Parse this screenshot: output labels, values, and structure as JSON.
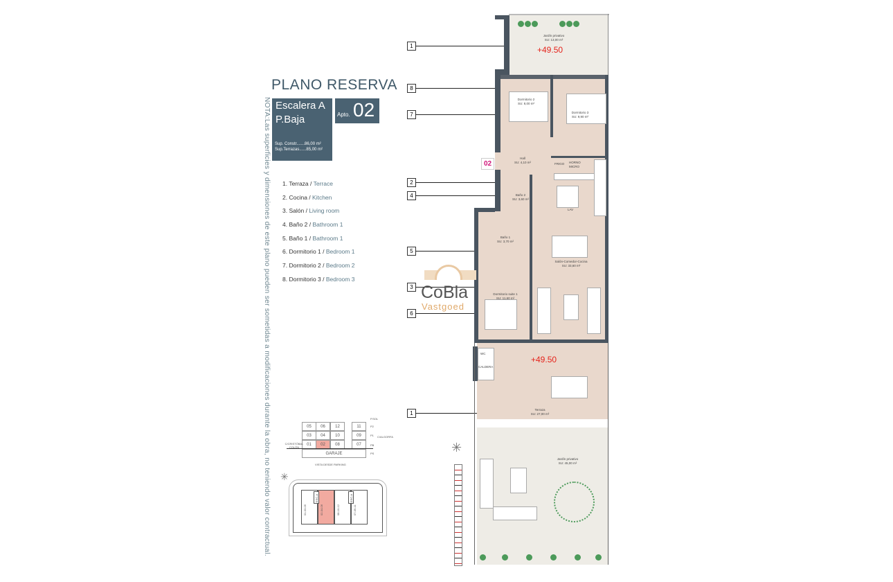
{
  "header": {
    "title": "PLANO RESERVA",
    "stair": "Escalera A",
    "floor": "P.Baja",
    "apto_label": "Apto.",
    "apto_number": "02",
    "sup_constr": "Sup. Constr.......86,00 m²",
    "sup_terrazas": "Sup.Terrazas......85,00 m²"
  },
  "note": "NOTA:Las superficies y dimensiones de este plano pueden ser sometidas a modificaciones durante la obra, no teniendo valor contractual.",
  "legend": [
    {
      "num": "1.",
      "es": "Terraza",
      "en": "Terrace"
    },
    {
      "num": "2.",
      "es": "Cocina",
      "en": "Kitchen"
    },
    {
      "num": "3.",
      "es": "Salón",
      "en": "Living room"
    },
    {
      "num": "4.",
      "es": "Baño 2",
      "en": "Bathroom 1"
    },
    {
      "num": "5.",
      "es": "Baño 1",
      "en": "Bathroom 1"
    },
    {
      "num": "6.",
      "es": "Dormitorio 1",
      "en": "Bedroom 1"
    },
    {
      "num": "7.",
      "es": "Dormitorio 2",
      "en": "Bedroom 2"
    },
    {
      "num": "8.",
      "es": "Dormitorio 3",
      "en": "Bedroom 3"
    }
  ],
  "callouts": [
    "1",
    "8",
    "7",
    "2",
    "4",
    "5",
    "3",
    "6",
    "1"
  ],
  "rooms": {
    "jardin_top": {
      "name": "Jardín privativo",
      "area": "SU: 13,00 m²",
      "level": "+49.50"
    },
    "dorm2": {
      "name": "Dormitorio 2",
      "area": "SU: 8,00 m²"
    },
    "dorm3": {
      "name": "Dormitorio 3",
      "area": "SU: 9,90 m²"
    },
    "hall": {
      "name": "Hall",
      "area": "SU: 4,10 m²"
    },
    "bano2": {
      "name": "Baño 2",
      "area": "SU: 3,60 m²"
    },
    "bano1": {
      "name": "Baño 1",
      "area": "SU: 3,70 m²"
    },
    "salon": {
      "name": "Salón-Comedor-Cocina",
      "area": "SU: 33,60 m²"
    },
    "dorm1": {
      "name": "Dormitorio suite 1",
      "area": "SU: 11,60 m²"
    },
    "terraza": {
      "name": "Terraza",
      "area": "SU: 27,00 m²",
      "level": "+49.50"
    },
    "jardin_bottom": {
      "name": "Jardín privativo",
      "area": "SU: 45,00 m²"
    },
    "fridge": "FRIGO",
    "oven": "HORNO MICRO",
    "wm": "LAV",
    "wc": "WC",
    "boiler": "CALDERA"
  },
  "entry_label": "02",
  "logo": {
    "brand": "CoBla",
    "sub": "Vastgoed"
  },
  "building": {
    "rows": [
      [
        "05",
        "06",
        "12",
        "11"
      ],
      [
        "03",
        "04",
        "10",
        "09"
      ],
      [
        "01",
        "02",
        "08",
        "07"
      ]
    ],
    "levels": [
      "P.SOL",
      "P2",
      "P1",
      "PB",
      "PS"
    ],
    "garage": "GARAJE",
    "street_left": "C/CRISTÓBAL COLÓN",
    "street_right": "C/ALGORFA",
    "caption": "VISTA DESDE PARKING",
    "highlight": "02",
    "highlight_color": "#f2aaa0"
  },
  "site": {
    "blocks": [
      "01-03-05",
      "02-04-06",
      "08-10-12",
      "07-09-11"
    ],
    "stair": "ESC-A"
  },
  "colors": {
    "title": "#3f5868",
    "box": "#4a6272",
    "level": "#e5231b",
    "floor": "#e9d8cc",
    "entry": "#d0167a"
  }
}
